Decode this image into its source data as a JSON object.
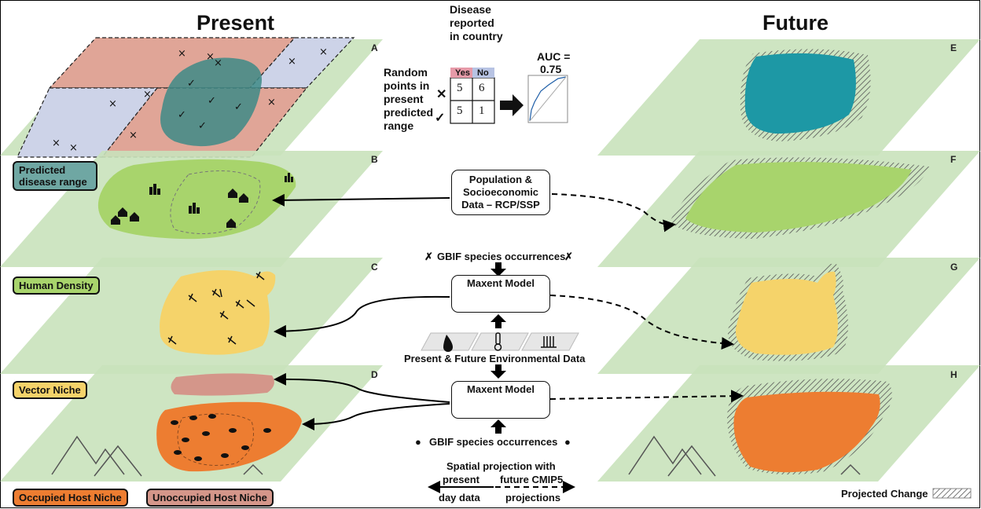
{
  "titles": {
    "present": "Present",
    "future": "Future"
  },
  "layer_letters": [
    "A",
    "B",
    "C",
    "D",
    "E",
    "F",
    "G",
    "H"
  ],
  "legend_tags": {
    "predicted_range": "Predicted disease range",
    "human_density": "Human Density",
    "vector_niche": "Vector Niche",
    "occupied_host": "Occupied Host Niche",
    "unoccupied_host": "Unoccupied Host Niche"
  },
  "validation": {
    "disease_reported": "Disease reported in country",
    "random_points": "Random points in present predicted range",
    "col_yes": "Yes",
    "col_no": "No",
    "cells": [
      "5",
      "6",
      "5",
      "1"
    ],
    "auc_label": "AUC =",
    "auc_value": "0.75"
  },
  "population_box": "Population & Socioeconomic Data – RCP/SSP",
  "gbif_vector": "GBIF species occurrences",
  "gbif_host": "GBIF species occurrences",
  "maxent_top": "Maxent Model",
  "maxent_bottom": "Maxent Model",
  "env_data": "Present & Future Environmental Data",
  "spatial_projection": {
    "title": "Spatial projection with",
    "present": "present",
    "present2": "day data",
    "future": "future CMIP5",
    "future2": "projections"
  },
  "projected_change": "Projected Change",
  "colors": {
    "layer": "#c9e2bb",
    "range": "#3d8a86",
    "human": "#a8d46c",
    "vector": "#f5d36a",
    "host": "#ed7d31",
    "unoccupied": "#d4968a",
    "country_red": "#e0a597",
    "country_blue": "#cdd3e8"
  }
}
